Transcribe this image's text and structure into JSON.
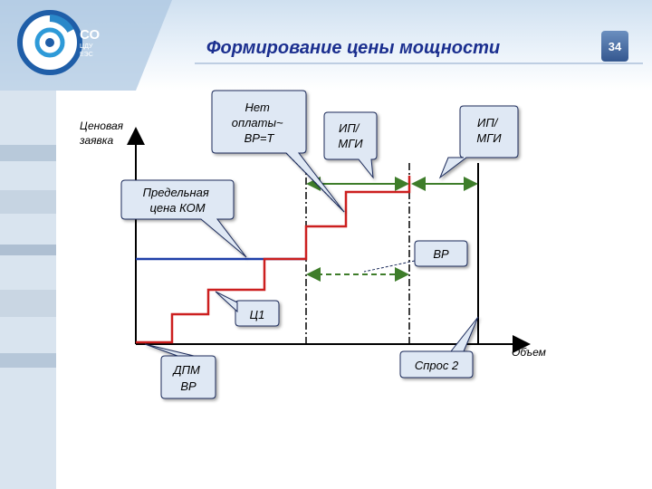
{
  "header": {
    "title": "Формирование цены мощности",
    "page_number": "34",
    "logo": {
      "line1": "СО",
      "line2": "ЦДУ",
      "line3": "ЕЭС"
    }
  },
  "diagram": {
    "y_axis_label": [
      "Ценовая",
      "заявка"
    ],
    "x_axis_label": "Объем",
    "callouts": {
      "no_pay": [
        "Нет",
        "оплаты~",
        "ВР=Т"
      ],
      "ip_mgi_left": [
        "ИП/",
        "МГИ"
      ],
      "ip_mgi_right": [
        "ИП/",
        "МГИ"
      ],
      "price_cap": [
        "Предельная",
        "цена КОМ"
      ],
      "vr": [
        "ВР"
      ],
      "c1": [
        "Ц1"
      ],
      "dpm": [
        "ДПМ",
        "ВР"
      ],
      "demand2": [
        "Спрос 2"
      ]
    },
    "colors": {
      "red_line": "#cc1f1f",
      "blue_line": "#1f3fa8",
      "green_arrow": "#3e7d2a",
      "callout_fill": "#dfe8f4",
      "title_color": "#1b2f8f"
    }
  }
}
